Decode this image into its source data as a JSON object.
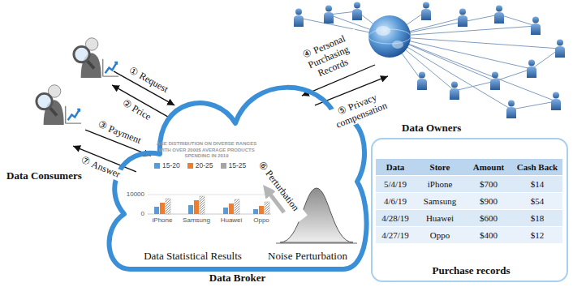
{
  "diagram": {
    "nodes": [
      {
        "text": [
          "Data Consumers"
        ]
      },
      {
        "text": [
          "Data Broker"
        ]
      },
      {
        "text": [
          "AGE DISTRIBUTION ON DIVERSE RANGES WITH OVER 2000$ AVERAGE PRODUCTS SPENDING IN 2019",
          "Data Statistical Results"
        ],
        "in": 1
      },
      {
        "text": [
          "Noise Perturbation"
        ],
        "in": 1
      },
      {
        "text": [
          "Data Owners"
        ]
      },
      {
        "text": [
          "Purchase records"
        ]
      }
    ],
    "edges": [
      {
        "from": 0,
        "to": 1,
        "label": "① Request",
        "arrow": "to"
      },
      {
        "from": 1,
        "to": 0,
        "label": "② Price",
        "arrow": "to"
      },
      {
        "from": 0,
        "to": 1,
        "label": "③ Payment",
        "arrow": "to"
      },
      {
        "from": 1,
        "to": 0,
        "label": "⑦ Answer",
        "arrow": "to"
      },
      {
        "from": 4,
        "to": 1,
        "label": "④ Personal Purchasing Records",
        "arrow": "to"
      },
      {
        "from": 1,
        "to": 4,
        "label": "⑤ Privacy compensation",
        "arrow": "to"
      },
      {
        "from": 3,
        "to": 2,
        "label": "⑥ Perturbation",
        "arrow": "to"
      }
    ],
    "labels": [
      "10000",
      "0",
      "iPhone",
      "Samsung",
      "Huawei",
      "Oppo",
      "Data",
      "Store",
      "Amount",
      "Cash Back",
      "5/4/19",
      "iPhone",
      "$700",
      "$14",
      "4/6/19",
      "Samsung",
      "$900",
      "$54",
      "4/28/19",
      "Huawei",
      "$600",
      "$18",
      "4/27/19",
      "Oppo",
      "$400",
      "$12"
    ],
    "legend": [
      {
        "text": "15-20",
        "color": "#5b9bd5"
      },
      {
        "text": "20-25",
        "color": "#ed7d31"
      },
      {
        "text": "15-25",
        "color": "#a5a5a5"
      }
    ]
  }
}
